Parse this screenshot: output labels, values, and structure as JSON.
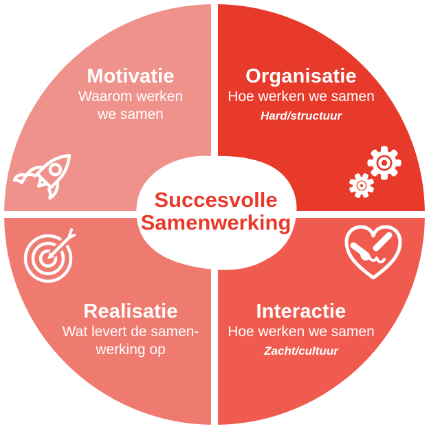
{
  "diagram": {
    "title": "Succesvolle Samenwerking model",
    "center": {
      "line1": "Succesvolle",
      "line2": "Samenwerking",
      "text_color": "#E8392B"
    },
    "quadrants": [
      {
        "id": "motivatie",
        "title": "Motivatie",
        "line1": "Waarom werken",
        "line2": "we samen",
        "color": "#F0928C",
        "icon": "rocket-icon"
      },
      {
        "id": "organisatie",
        "title": "Organisatie",
        "line1": "Hoe werken we samen",
        "tagline": "Hard/structuur",
        "color": "#E73A2B",
        "icon": "gears-icon"
      },
      {
        "id": "realisatie",
        "title": "Realisatie",
        "line1": "Wat levert de samen-",
        "line2": "werking op",
        "color": "#EF7A70",
        "icon": "target-icon"
      },
      {
        "id": "interactie",
        "title": "Interactie",
        "line1": "Hoe werken we samen",
        "tagline": "Zacht/cultuur",
        "color": "#F05B4F",
        "icon": "heart-handshake-icon"
      }
    ],
    "divider_color": "#FFFFFF",
    "icon_color": "#FFFFFF"
  }
}
